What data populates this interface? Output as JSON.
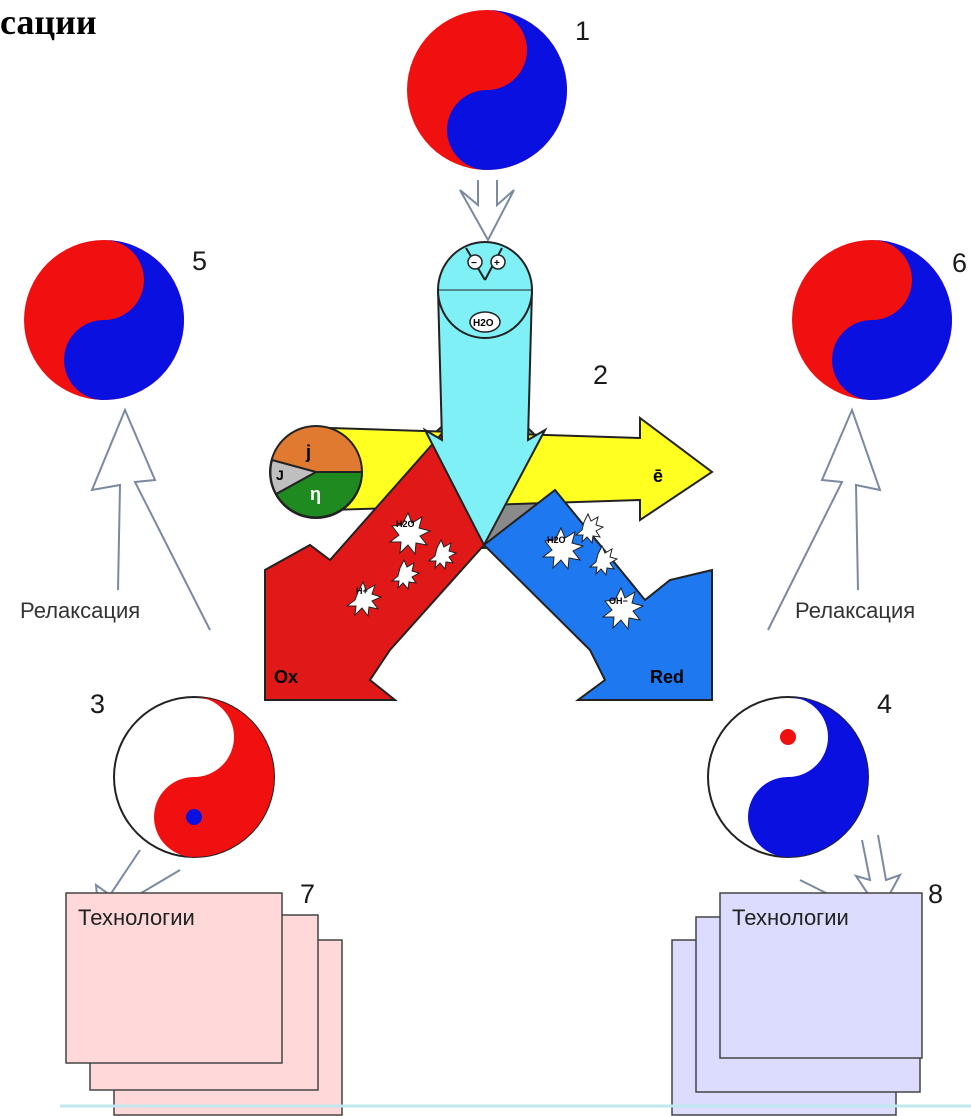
{
  "title": "сации",
  "numbers": {
    "n1": "1",
    "n2": "2",
    "n3": "3",
    "n4": "4",
    "n5": "5",
    "n6": "6",
    "n7": "7",
    "n8": "8"
  },
  "relaxation_label": "Релаксация",
  "technologies_label": "Технологии",
  "arrows": {
    "ox": "Ox",
    "red": "Red",
    "electron": "ē",
    "j": "j",
    "J": "J",
    "eta": "η"
  },
  "species": {
    "h2o": "H2O",
    "minus": "−",
    "plus": "+",
    "h_plus": "H+",
    "oh_minus": "OH−"
  },
  "colors": {
    "red": "#f01010",
    "blue": "#0a10e0",
    "cyan": "#7ff0f5",
    "yellow": "#ffff22",
    "ox_arrow": "#e01818",
    "red_arrow": "#1e78f0",
    "gray": "#8a8a8a",
    "pink_card": "#ffd9d9",
    "lavender_card": "#dcdcff"
  }
}
